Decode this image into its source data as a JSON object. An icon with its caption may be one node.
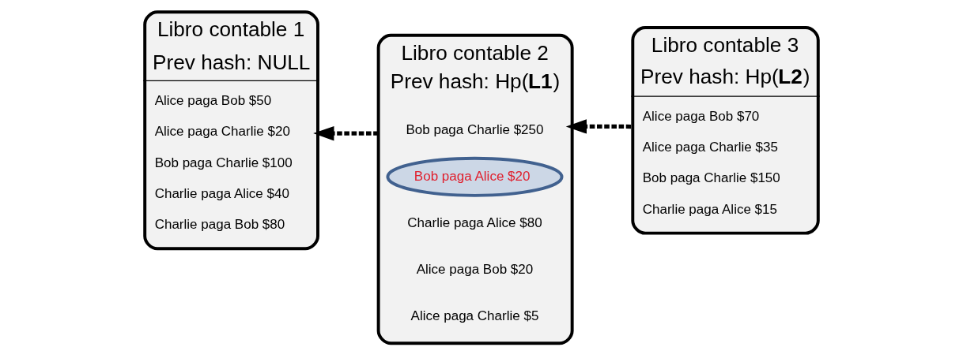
{
  "diagram": {
    "nodes": [
      {
        "text": [
          "Libro contable 1",
          "Prev hash: NULL",
          "Alice paga Bob $50",
          "Alice paga Charlie $20",
          "Bob paga Charlie $100",
          "Charlie paga Alice $40",
          "Charlie paga Bob $80"
        ]
      },
      {
        "text": [
          "Libro contable 2",
          "Prev hash: Hp(**L1**)",
          "Bob paga Charlie $250",
          "Charlie paga Alice $80",
          "Alice paga Bob $20",
          "Alice paga Charlie $5"
        ]
      },
      {
        "text": [
          "Bob paga Alice $20"
        ],
        "in": 1
      },
      {
        "text": [
          "Libro contable 3",
          "Prev hash: Hp(**L2**)",
          "Alice paga Bob $70",
          "Alice paga Charlie $35",
          "Bob paga Charlie $150",
          "Charlie paga Alice $15"
        ]
      }
    ],
    "edges": [
      {
        "from": 1,
        "to": 0,
        "arrow": "to",
        "style": "dashed"
      },
      {
        "from": 3,
        "to": 1,
        "arrow": "to",
        "style": "dashed"
      }
    ]
  }
}
